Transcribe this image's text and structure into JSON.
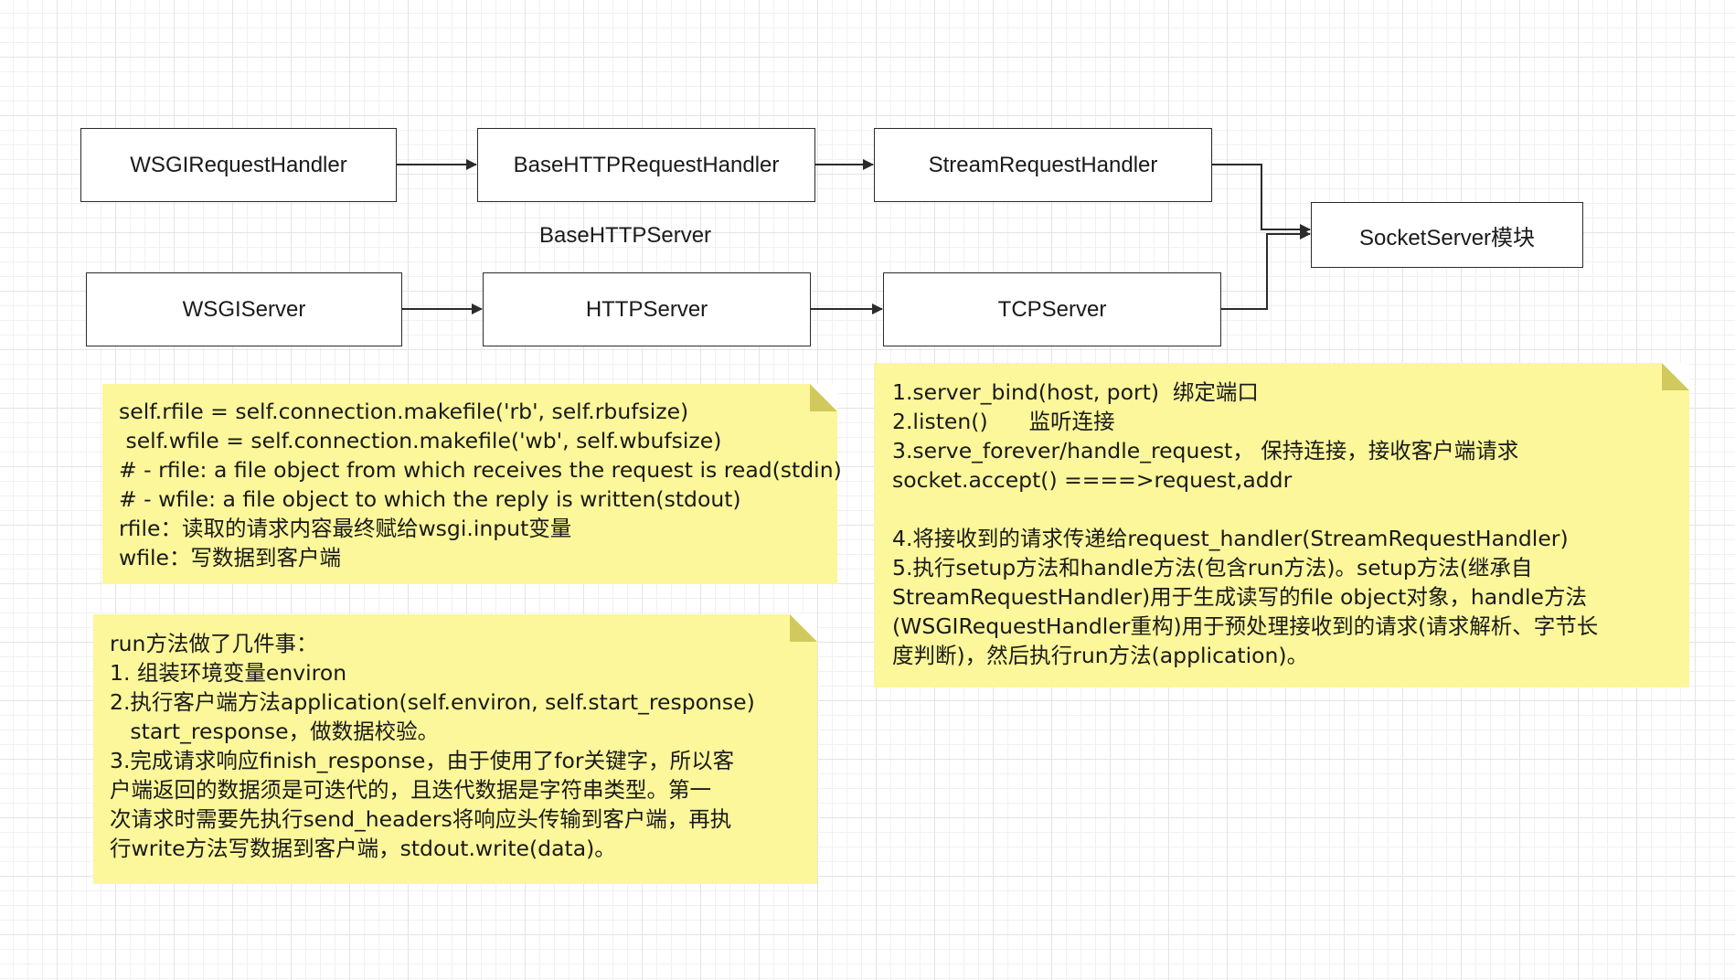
{
  "diagram": {
    "nodes": {
      "wsgi_request_handler": "WSGIRequestHandler",
      "base_http_request_handler": "BaseHTTPRequestHandler",
      "stream_request_handler": "StreamRequestHandler",
      "socket_server_module": "SocketServer模块",
      "wsgi_server": "WSGIServer",
      "http_server": "HTTPServer",
      "tcp_server": "TCPServer"
    },
    "module_label": "BaseHTTPServer",
    "colors": {
      "note_fill": "#fbf79a",
      "note_fold": "#d2c95e",
      "line": "#2b2b2b"
    }
  },
  "notes": {
    "rfile_note": [
      "self.rfile = self.connection.makefile('rb', self.rbufsize)",
      " self.wfile = self.connection.makefile('wb', self.wbufsize)",
      "# - rfile: a file object from which receives the request is read(stdin)",
      "# - wfile: a file object to which the reply is written(stdout)",
      "rfile：读取的请求内容最终赋给wsgi.input变量",
      "wfile：写数据到客户端"
    ],
    "run_note": [
      "run方法做了几件事：",
      "1. 组装环境变量environ",
      "2.执行客户端方法application(self.environ, self.start_response)",
      "   start_response，做数据校验。",
      "3.完成请求响应finish_response，由于使用了for关键字，所以客",
      "户端返回的数据须是可迭代的，且迭代数据是字符串类型。第一",
      "次请求时需要先执行send_headers将响应头传输到客户端，再执",
      "行write方法写数据到客户端，stdout.write(data)。"
    ],
    "server_note": [
      "1.server_bind(host, port)  绑定端口",
      "2.listen()      监听连接",
      "3.serve_forever/handle_request， 保持连接，接收客户端请求",
      "socket.accept() ====>request,addr",
      "",
      "4.将接收到的请求传递给request_handler(StreamRequestHandler)",
      "5.执行setup方法和handle方法(包含run方法)。setup方法(继承自",
      "StreamRequestHandler)用于生成读写的file object对象，handle方法",
      "(WSGIRequestHandler重构)用于预处理接收到的请求(请求解析、字节长",
      "度判断)，然后执行run方法(application)。"
    ]
  }
}
